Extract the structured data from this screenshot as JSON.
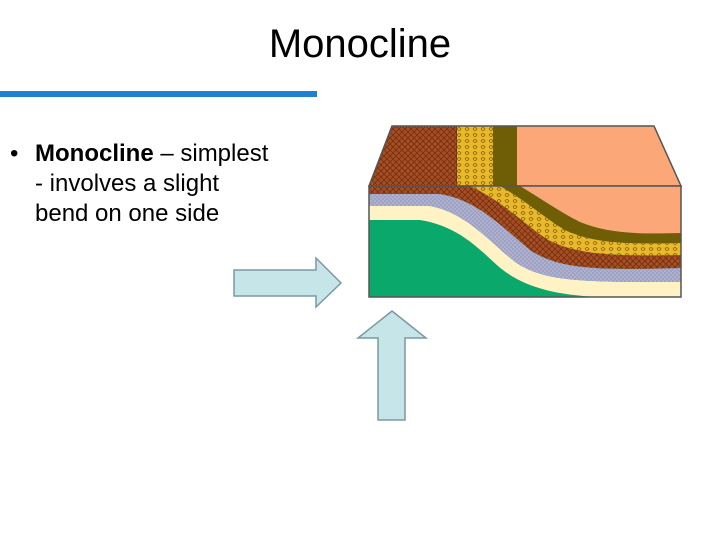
{
  "slide": {
    "title": "Monocline",
    "bullet": {
      "symbol": "•",
      "term": "Monocline",
      "rest": " – simplest",
      "line2": "- involves a slight",
      "line3": "bend on one side"
    }
  },
  "colors": {
    "title_rule": "#1f7fd0",
    "arrow_fill": "#c5e5e8",
    "arrow_stroke": "#7b98a4",
    "layer_green": "#0aa86a",
    "layer_cream": "#fff3c6",
    "layer_gray": "#aeb0cf",
    "layer_brown": "#a64d22",
    "layer_yellow": "#e8b92a",
    "layer_olive": "#6f5e06",
    "layer_salmon": "#fba777"
  }
}
